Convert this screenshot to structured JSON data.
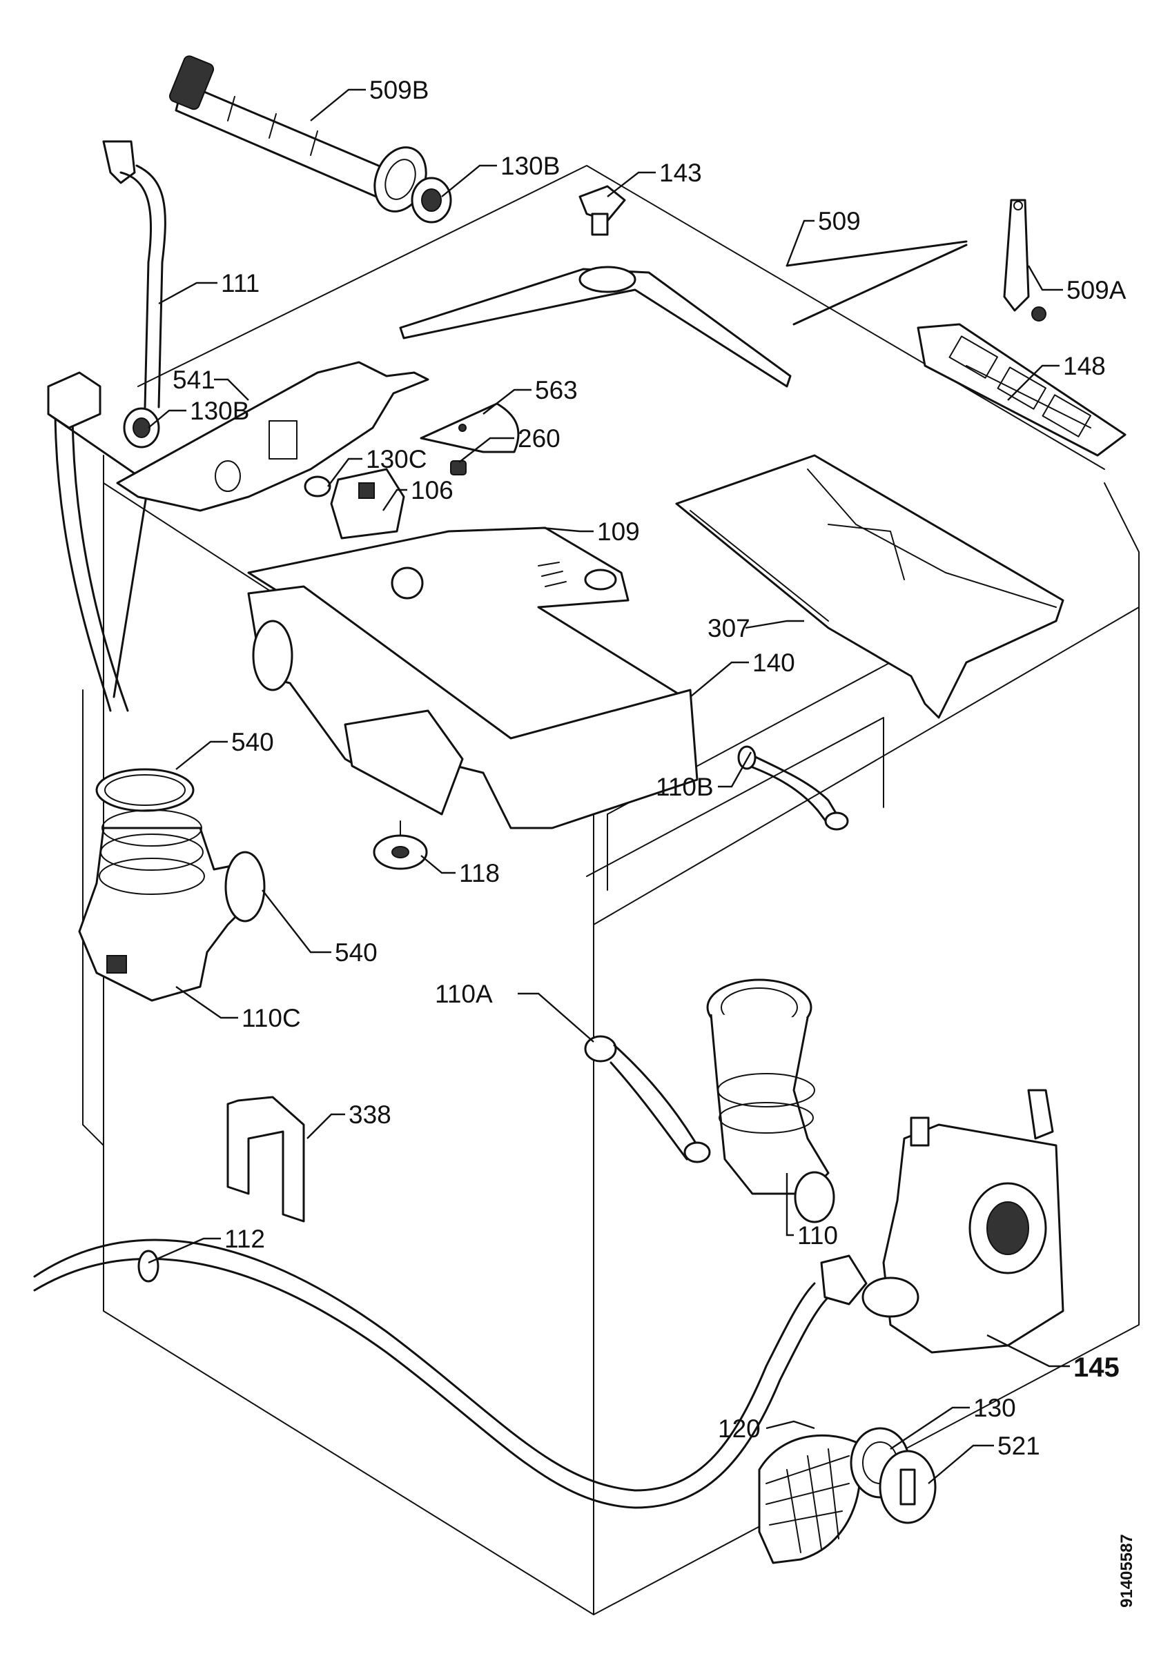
{
  "parts": [
    {
      "id": "p509B",
      "text": "509B"
    },
    {
      "id": "p130Btop",
      "text": "130B"
    },
    {
      "id": "p143",
      "text": "143"
    },
    {
      "id": "p509",
      "text": "509"
    },
    {
      "id": "p509A",
      "text": "509A"
    },
    {
      "id": "p111",
      "text": "111"
    },
    {
      "id": "p541",
      "text": "541"
    },
    {
      "id": "p130B",
      "text": "130B"
    },
    {
      "id": "p563",
      "text": "563"
    },
    {
      "id": "p260",
      "text": "260"
    },
    {
      "id": "p130C",
      "text": "130C"
    },
    {
      "id": "p106",
      "text": "106"
    },
    {
      "id": "p148",
      "text": "148"
    },
    {
      "id": "p109",
      "text": "109"
    },
    {
      "id": "p307",
      "text": "307"
    },
    {
      "id": "p140",
      "text": "140"
    },
    {
      "id": "p540top",
      "text": "540"
    },
    {
      "id": "p110B",
      "text": "110B"
    },
    {
      "id": "p118",
      "text": "118"
    },
    {
      "id": "p540",
      "text": "540"
    },
    {
      "id": "p110C",
      "text": "110C"
    },
    {
      "id": "p110A",
      "text": "110A"
    },
    {
      "id": "p338",
      "text": "338"
    },
    {
      "id": "p112",
      "text": "112"
    },
    {
      "id": "p110",
      "text": "110"
    },
    {
      "id": "p145",
      "text": "145"
    },
    {
      "id": "p130",
      "text": "130"
    },
    {
      "id": "p120",
      "text": "120"
    },
    {
      "id": "p521",
      "text": "521"
    }
  ],
  "drawing_code": "91405587"
}
